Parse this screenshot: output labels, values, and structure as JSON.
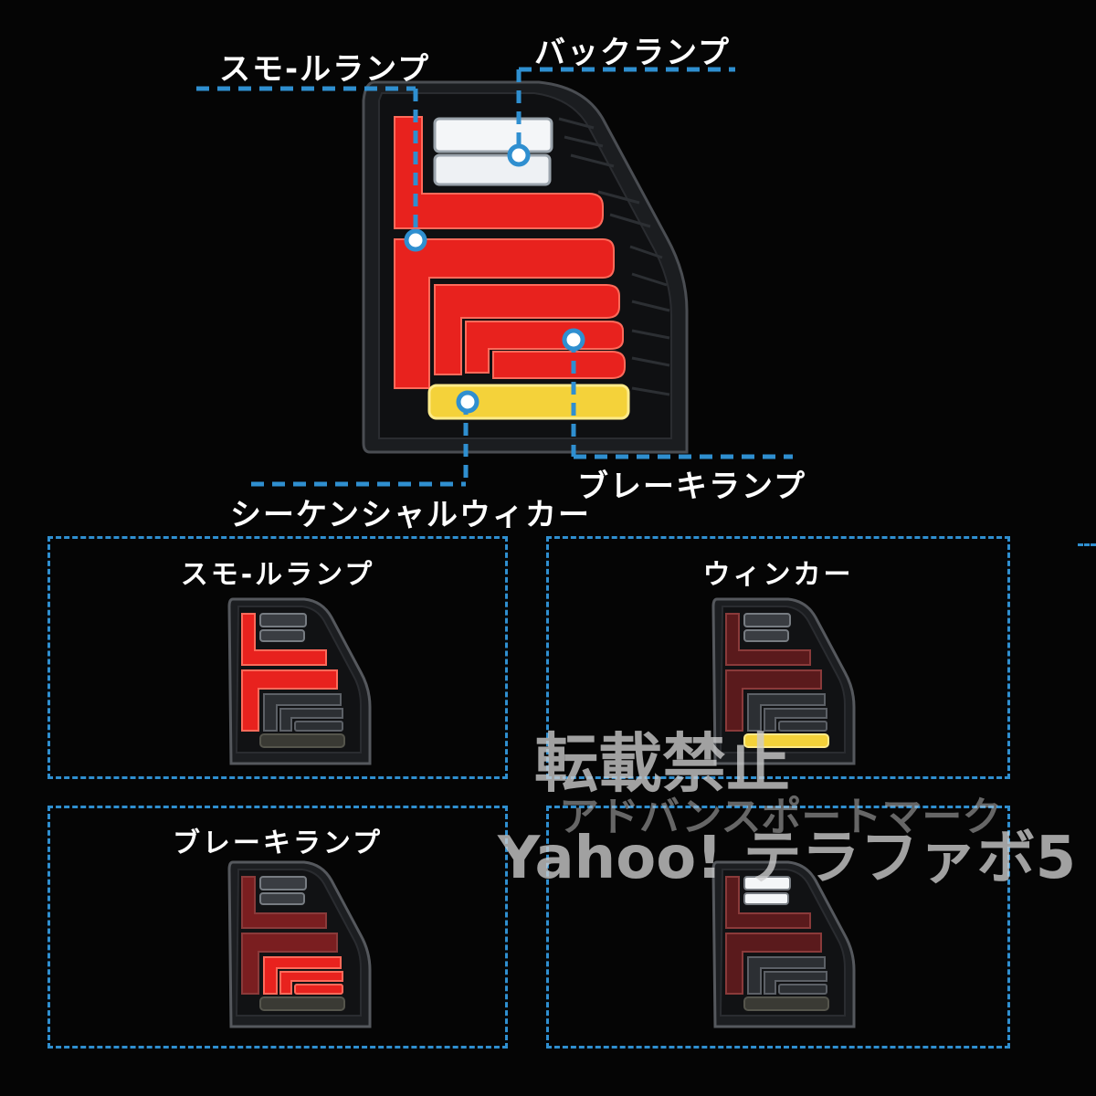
{
  "callouts": {
    "small_lamp": "スモ-ルランプ",
    "back_lamp": "バックランプ",
    "sequential_winker": "シーケンシャルウィカー",
    "brake_lamp": "ブレーキランプ"
  },
  "panels": [
    {
      "label": "スモ-ルランプ",
      "mode": "small"
    },
    {
      "label": "ウィンカー",
      "mode": "winker"
    },
    {
      "label": "ブレーキランプ",
      "mode": "brake"
    },
    {
      "label": "",
      "mode": "back"
    }
  ],
  "watermark": {
    "line1": "転載禁止",
    "line2": "アドバンスポートマーク",
    "line3": "Yahoo! テラファボ5"
  },
  "colors": {
    "accent": "#2f8fd0",
    "red": "#e8221e",
    "amber": "#f4d23a",
    "white": "#f4f6f8"
  }
}
